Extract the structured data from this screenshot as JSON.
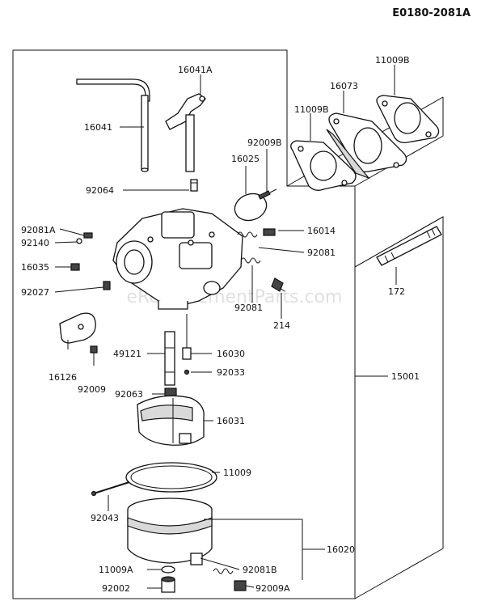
{
  "diagram": {
    "code": "E0180-2081A",
    "watermark": "eReplacementParts.com",
    "labels": {
      "l16041A": "16041A",
      "l11009B_top": "11009B",
      "l16073": "16073",
      "l11009B_left": "11009B",
      "l16041": "16041",
      "l92009B": "92009B",
      "l16025": "16025",
      "l92064": "92064",
      "l92081A": "92081A",
      "l92140": "92140",
      "l16014": "16014",
      "l16035": "16035",
      "l92081_right": "92081",
      "l92027": "92027",
      "l92081_mid": "92081",
      "l172": "172",
      "l214": "214",
      "l49121": "49121",
      "l16030": "16030",
      "l16126": "16126",
      "l92033": "92033",
      "l15001": "15001",
      "l92009": "92009",
      "l92063": "92063",
      "l16031": "16031",
      "l11009": "11009",
      "l92043": "92043",
      "l16020": "16020",
      "l11009A": "11009A",
      "l92081B": "92081B",
      "l92002": "92002",
      "l92009A": "92009A"
    }
  }
}
